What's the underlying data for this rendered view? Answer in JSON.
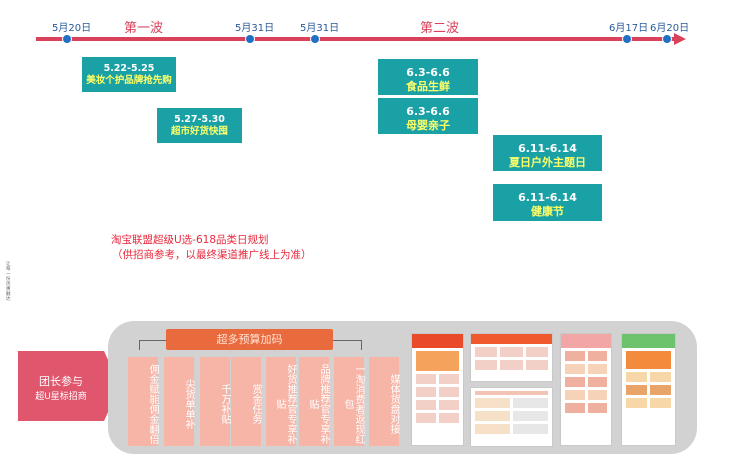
{
  "timeline": {
    "dates": [
      "5月20日",
      "5月31日",
      "5月31日",
      "6月17日",
      "6月20日"
    ],
    "waves": [
      "第一波",
      "第二波"
    ]
  },
  "events": [
    {
      "date": "5.22-5.25",
      "name": "美妆个护品牌抢先购"
    },
    {
      "date": "5.27-5.30",
      "name": "超市好货快囤"
    },
    {
      "date": "6.3-6.6",
      "name": "食品生鲜"
    },
    {
      "date": "6.3-6.6",
      "name": "母婴亲子"
    },
    {
      "date": "6.11-6.14",
      "name": "夏日户外主题日"
    },
    {
      "date": "6.11-6.14",
      "name": "健康节"
    }
  ],
  "plan": {
    "title": "淘宝联盟超级U选-618品类日规划",
    "note": "（供招商参考，以最终渠道推广线上为准）"
  },
  "side_label": "让每一份优惠触达",
  "bottom": {
    "left_tag_line1": "团长参与",
    "left_tag_line2": "超U星标招商",
    "budget_label": "超多预算加码",
    "columns": [
      "佣金赋能佣金翻倍",
      "尖货单单补",
      "千万补贴",
      "赏金任务",
      "好货推荐官专享补贴",
      "品牌推荐官专享补贴",
      "一淘消费者返现红包",
      "媒体货盘对接"
    ]
  },
  "colors": {
    "timeline": "#d9425a",
    "event_box": "#1aa1a6",
    "event_text": "#ffff66",
    "plan_text": "#e8283c",
    "column": "#f7b5a8",
    "budget": "#e96a3c"
  }
}
